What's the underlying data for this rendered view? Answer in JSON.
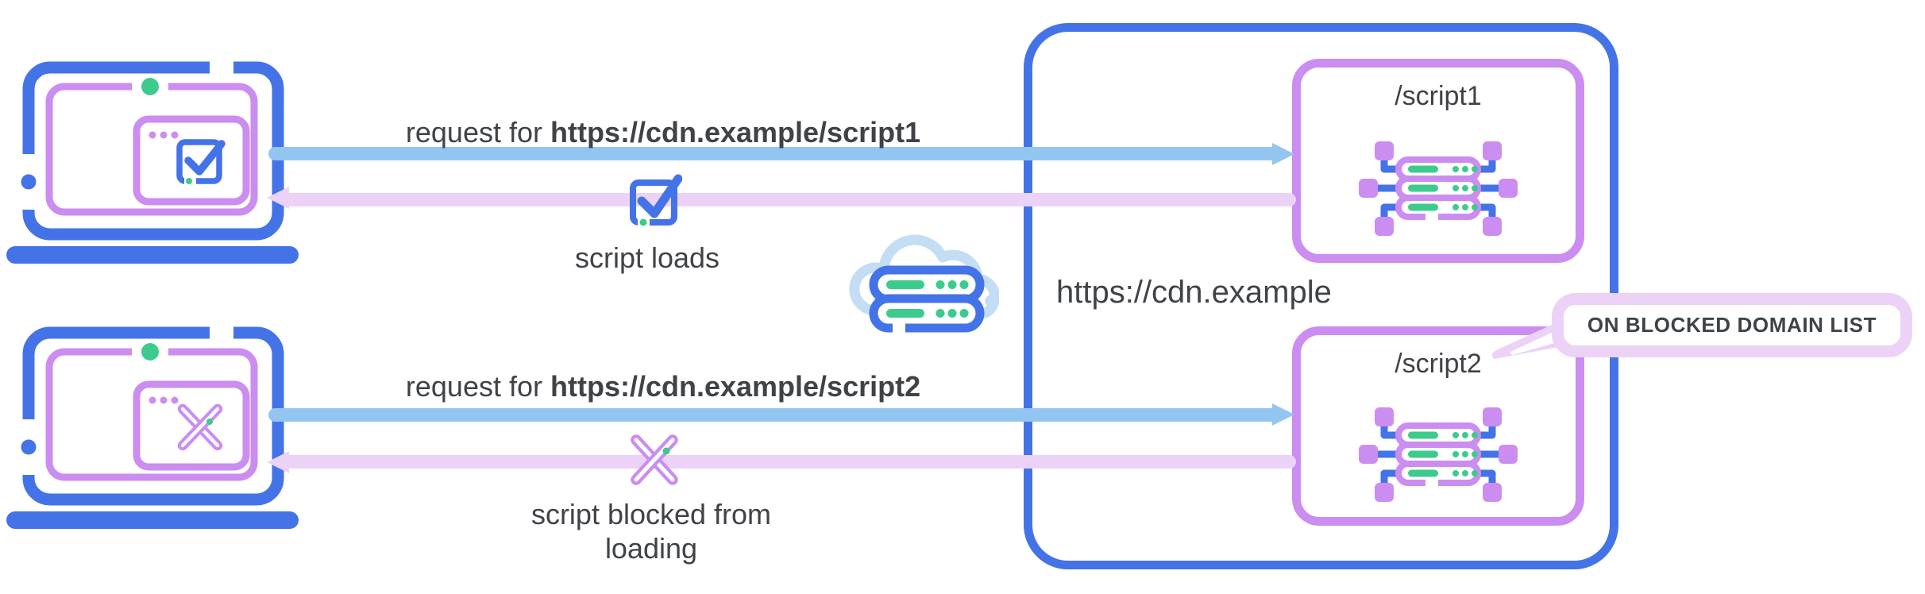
{
  "colors": {
    "blue": "#4473E8",
    "light_blue": "#93C5F1",
    "purple": "#CB8DF0",
    "light_purple": "#EDD2F8",
    "green": "#3DCB8D",
    "cloud_blue": "#C3DDF5",
    "text": "#3F4347"
  },
  "flows": {
    "allowed": {
      "client_icon": "laptop-check-icon",
      "request_prefix": "request for ",
      "request_url": "https://cdn.example/script1",
      "result_icon": "check-icon",
      "result_label": "script loads"
    },
    "blocked": {
      "client_icon": "laptop-x-icon",
      "request_prefix": "request for ",
      "request_url": "https://cdn.example/script2",
      "result_icon": "x-icon",
      "result_label": "script blocked from loading"
    }
  },
  "network": {
    "icon": "cloud-server-icon"
  },
  "cdn": {
    "label": "https://cdn.example",
    "endpoints": [
      {
        "label": "/script1",
        "icon": "server-network-icon"
      },
      {
        "label": "/script2",
        "icon": "server-network-icon",
        "badge": "ON BLOCKED DOMAIN LIST"
      }
    ]
  }
}
